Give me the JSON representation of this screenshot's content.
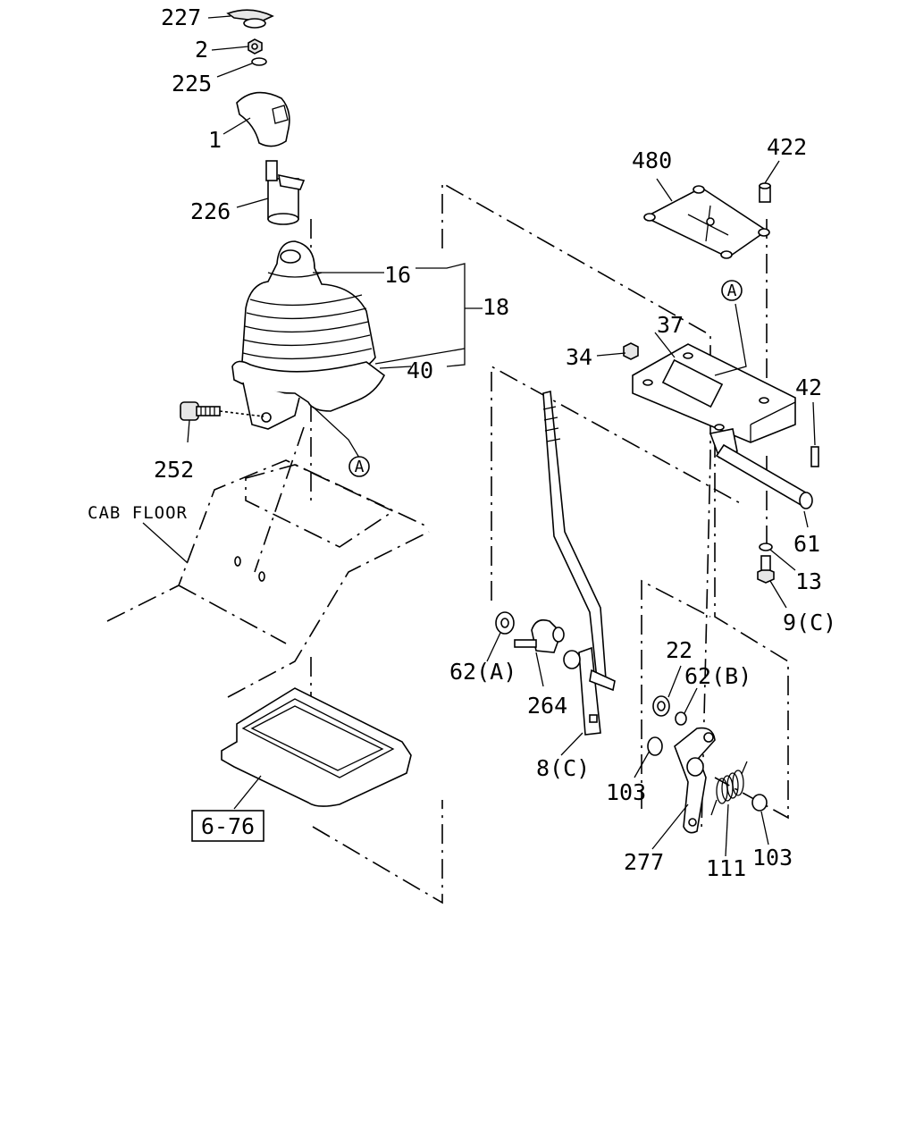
{
  "labels": {
    "p227": "227",
    "p2": "2",
    "p225": "225",
    "p1": "1",
    "p226": "226",
    "p16": "16",
    "p18": "18",
    "p40": "40",
    "p252": "252",
    "p480": "480",
    "p422": "422",
    "p37": "37",
    "p34": "34",
    "p42": "42",
    "p61": "61",
    "p13": "13",
    "p9c": "9(C)",
    "p22": "22",
    "p62a": "62(A)",
    "p62b": "62(B)",
    "p264": "264",
    "p8c": "8(C)",
    "p103a": "103",
    "p103b": "103",
    "p277": "277",
    "p111": "111",
    "cab_floor": "CAB FLOOR",
    "ref_box": "6-76",
    "marker_a1": "A",
    "marker_a2": "A"
  }
}
